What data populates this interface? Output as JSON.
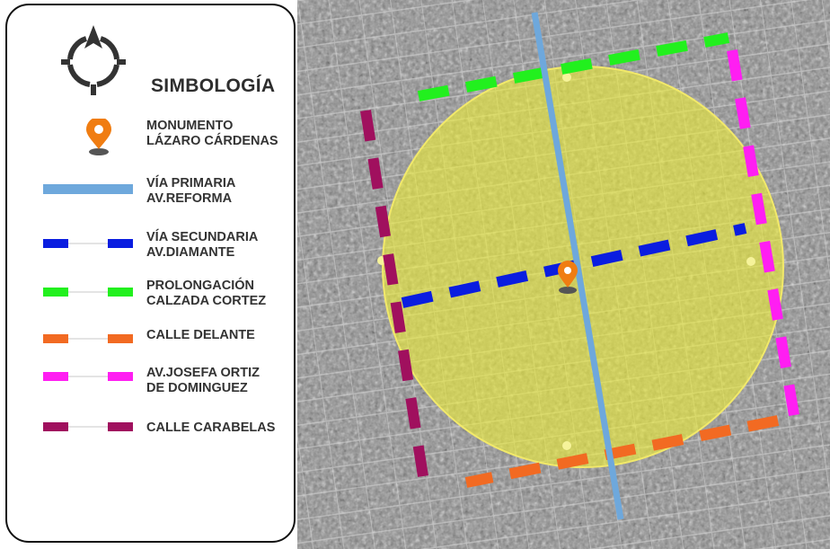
{
  "legend": {
    "title": "SIMBOLOGÍA",
    "items": [
      {
        "key": "monumento",
        "lines": [
          "MONUMENTO",
          "LÁZARO CÁRDENAS"
        ],
        "symbol": "marker",
        "color": "#f07d12"
      },
      {
        "key": "reforma",
        "lines": [
          "VÍA PRIMARIA",
          "AV.REFORMA"
        ],
        "symbol": "solid",
        "color": "#6ea8dc"
      },
      {
        "key": "diamante",
        "lines": [
          "VÍA SECUNDARIA",
          "AV.DIAMANTE"
        ],
        "symbol": "dashed",
        "color": "#0a1de0"
      },
      {
        "key": "cortez",
        "lines": [
          "PROLONGACIÓN",
          "CALZADA CORTEZ"
        ],
        "symbol": "dashed",
        "color": "#22f01e"
      },
      {
        "key": "delante",
        "lines": [
          "CALLE DELANTE"
        ],
        "symbol": "dashed",
        "color": "#f26a22"
      },
      {
        "key": "ortiz",
        "lines": [
          "AV.JOSEFA ORTIZ",
          "DE DOMINGUEZ"
        ],
        "symbol": "dashed",
        "color": "#ff1ef2"
      },
      {
        "key": "carabelas",
        "lines": [
          "CALLE CARABELAS"
        ],
        "symbol": "dashed",
        "color": "#a0105e"
      }
    ]
  },
  "map": {
    "buffer_fill": "#ecec3a",
    "buffer_stroke": "#f2e96a"
  }
}
